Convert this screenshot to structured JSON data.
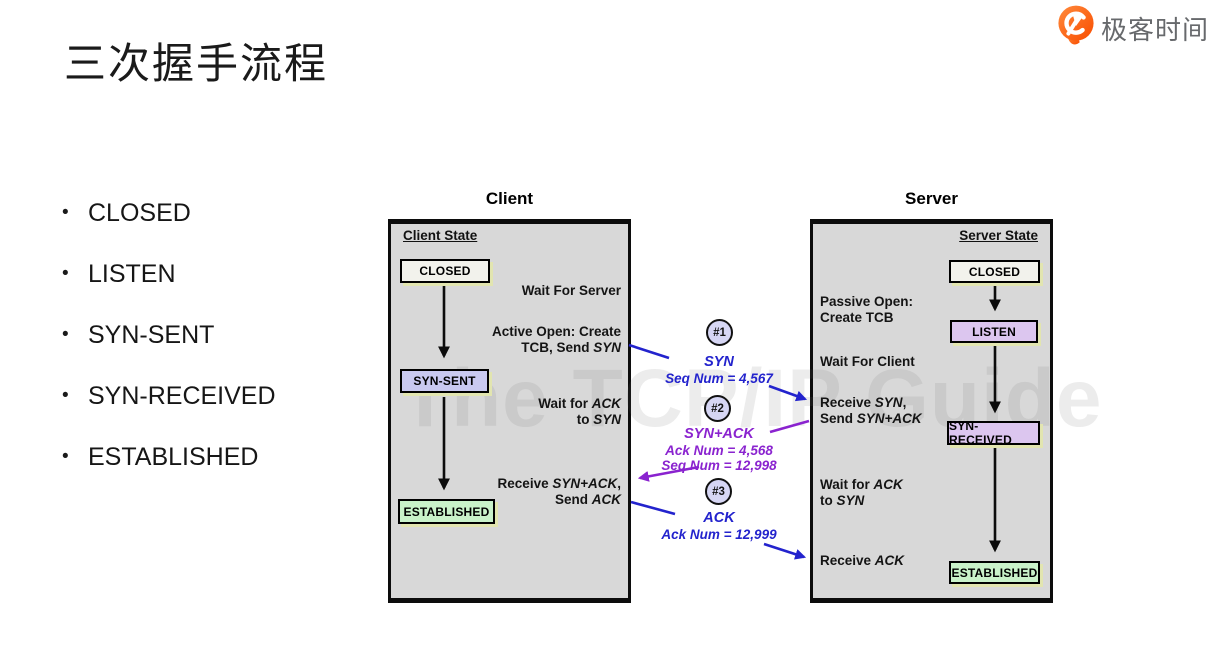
{
  "page": {
    "title": "三次握手流程"
  },
  "logo": {
    "text": "极客时间",
    "brand_color": "#f95a00",
    "text_color": "#67696c"
  },
  "bullets": {
    "char": "•",
    "items": [
      "CLOSED",
      "LISTEN",
      "SYN-SENT",
      "SYN-RECEIVED",
      "ESTABLISHED"
    ]
  },
  "diagram": {
    "watermark": "The TCP/IP Guide",
    "colors": {
      "panel_bg": "#d8d8d8",
      "closed_bg": "#f2f2ec",
      "lavender_bg": "#c9c9f0",
      "plum_bg": "#dcc6ef",
      "green_bg": "#c9f2c9",
      "blue": "#2323cd",
      "purple": "#8a23cf"
    },
    "client": {
      "title": "Client",
      "state_heading": "Client State",
      "states": [
        {
          "label": "CLOSED",
          "bg": "#f2f2ec"
        },
        {
          "label": "SYN-SENT",
          "bg": "#c9c9f0"
        },
        {
          "label": "ESTABLISHED",
          "bg": "#c9f2c9"
        }
      ],
      "notes": [
        {
          "segments": [
            {
              "t": "Wait For Server"
            }
          ]
        },
        {
          "segments": [
            {
              "t": "Active Open: Create"
            },
            {
              "br": true
            },
            {
              "t": "TCB, Send "
            },
            {
              "t": "SYN",
              "i": true
            }
          ]
        },
        {
          "segments": [
            {
              "t": "Wait for "
            },
            {
              "t": "ACK",
              "i": true
            },
            {
              "br": true
            },
            {
              "t": "to "
            },
            {
              "t": "SYN",
              "i": true
            }
          ]
        },
        {
          "segments": [
            {
              "t": "Receive "
            },
            {
              "t": "SYN+ACK",
              "i": true
            },
            {
              "t": ","
            },
            {
              "br": true
            },
            {
              "t": "Send "
            },
            {
              "t": "ACK",
              "i": true
            }
          ]
        }
      ]
    },
    "server": {
      "title": "Server",
      "state_heading": "Server State",
      "states": [
        {
          "label": "CLOSED",
          "bg": "#f2f2ec"
        },
        {
          "label": "LISTEN",
          "bg": "#dcc6ef"
        },
        {
          "label": "SYN-RECEIVED",
          "bg": "#dcc6ef"
        },
        {
          "label": "ESTABLISHED",
          "bg": "#c9f2c9"
        }
      ],
      "notes": [
        {
          "segments": [
            {
              "t": "Passive Open:"
            },
            {
              "br": true
            },
            {
              "t": "Create TCB"
            }
          ]
        },
        {
          "segments": [
            {
              "t": "Wait For Client"
            }
          ]
        },
        {
          "segments": [
            {
              "t": "Receive "
            },
            {
              "t": "SYN",
              "i": true
            },
            {
              "t": ","
            },
            {
              "br": true
            },
            {
              "t": "Send "
            },
            {
              "t": "SYN+ACK",
              "i": true
            }
          ]
        },
        {
          "segments": [
            {
              "t": "Wait for "
            },
            {
              "t": "ACK",
              "i": true
            },
            {
              "br": true
            },
            {
              "t": "to "
            },
            {
              "t": "SYN",
              "i": true
            }
          ]
        },
        {
          "segments": [
            {
              "t": "Receive "
            },
            {
              "t": "ACK",
              "i": true
            }
          ]
        }
      ]
    },
    "messages": [
      {
        "num": "#1",
        "name": "SYN",
        "details": [
          "Seq Num = 4,567"
        ],
        "color": "#2323cd"
      },
      {
        "num": "#2",
        "name": "SYN+ACK",
        "details": [
          "Ack Num = 4,568",
          "Seq Num = 12,998"
        ],
        "color": "#8a23cf"
      },
      {
        "num": "#3",
        "name": "ACK",
        "details": [
          "Ack Num = 12,999"
        ],
        "color": "#2323cd"
      }
    ]
  }
}
